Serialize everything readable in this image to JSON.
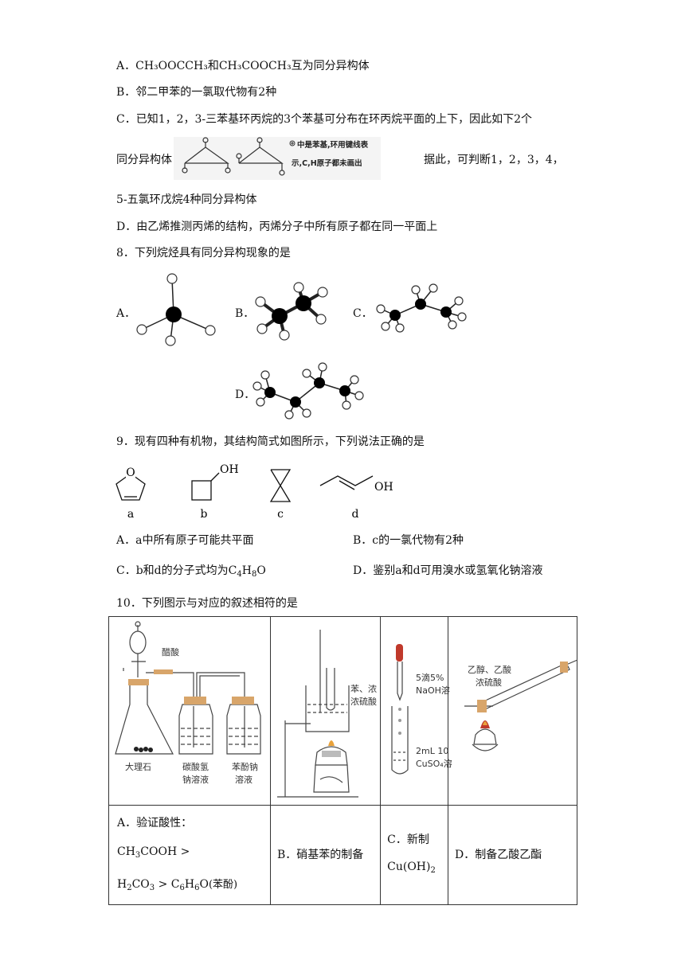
{
  "q7": {
    "optA": "A．CH₃OOCCH₃和CH₃COOCH₃互为同分异构体",
    "optB": "B．邻二甲苯的一氯取代物有2种",
    "optC1": "C．已知1，2，3-三苯基环丙烷的3个苯基可分布在环丙烷平面的上下，因此如下2个",
    "optC2a": "同分异构体",
    "optC_note1": "中是苯基,环用键线表",
    "optC_note2": "示,C,H原子都未画出",
    "optC2b": "据此，可判断1，2，3，4，",
    "optC3": "5-五氯环戊烷4种同分异构体",
    "optD": "D．由乙烯推测丙烯的结构，丙烯分子中所有原子都在同一平面上"
  },
  "q8": {
    "stem": "8．下列烷烃具有同分异构现象的是",
    "labels": [
      "A．",
      "B．",
      "C．",
      "D．"
    ]
  },
  "q9": {
    "stem": "9．现有四种有机物，其结构简式如图所示，下列说法正确的是",
    "struct_labels": [
      "a",
      "b",
      "c",
      "d"
    ],
    "oh": "OH",
    "ring_o": "O",
    "optA": "A．a中所有原子可能共平面",
    "optB": "B．c的一氯代物有2种",
    "optC_pre": "C．b和d的分子式均为",
    "optC_formula": "C4H8O",
    "optD": "D．鉴别a和d可用溴水或氢氧化钠溶液"
  },
  "q10": {
    "stem": "10．下列图示与对应的叙述相符的是",
    "fig1": {
      "acid": "醋酸",
      "marble": "大理石",
      "bottle1a": "碳酸氢",
      "bottle1b": "钠溶液",
      "bottle2a": "苯酚钠",
      "bottle2b": "溶液"
    },
    "fig2": {
      "label1": "苯、浓",
      "label2": "浓硫酸"
    },
    "fig3": {
      "label1": "5滴5%",
      "label2": "NaOH溶",
      "label3": "2mL 10",
      "label4": "CuSO₄溶"
    },
    "fig4": {
      "label1": "乙醇、乙酸",
      "label2": "浓硫酸"
    },
    "capA1": "A．验证酸性：",
    "capA2": "CH3COOH >",
    "capA3": "H2CO3 > C6H6O",
    "capA3b": "(苯酚)",
    "capB": "B．硝基苯的制备",
    "capC1": "C．新制",
    "capC2": "Cu(OH)2",
    "capD": "D．制备乙酸乙酯"
  }
}
